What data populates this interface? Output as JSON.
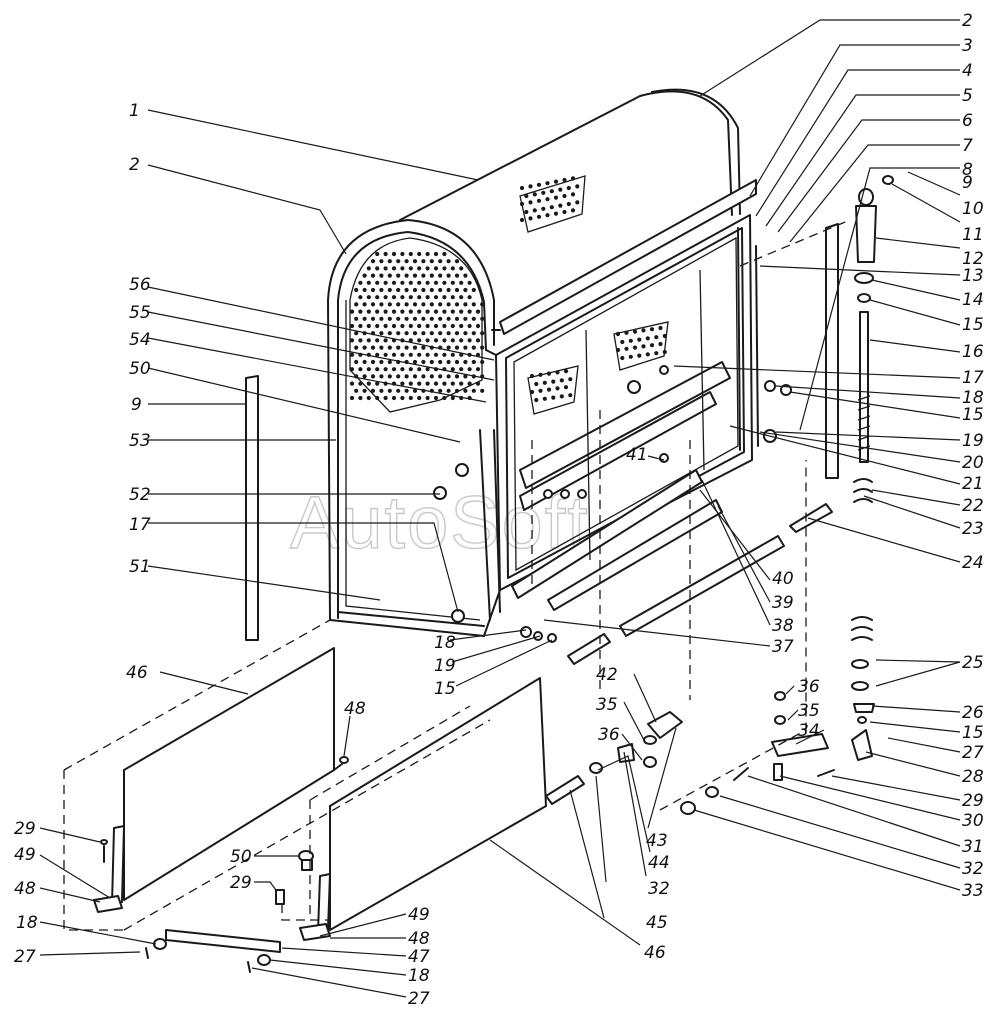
{
  "watermark": "AutoSoft",
  "callouts": [
    {
      "id": "c1",
      "text": "1"
    },
    {
      "id": "c2a",
      "text": "2"
    },
    {
      "id": "c2b",
      "text": "2"
    },
    {
      "id": "c3",
      "text": "3"
    },
    {
      "id": "c4",
      "text": "4"
    },
    {
      "id": "c5",
      "text": "5"
    },
    {
      "id": "c6",
      "text": "6"
    },
    {
      "id": "c7",
      "text": "7"
    },
    {
      "id": "c8",
      "text": "8"
    },
    {
      "id": "c9a",
      "text": "9"
    },
    {
      "id": "c9b",
      "text": "9"
    },
    {
      "id": "c10",
      "text": "10"
    },
    {
      "id": "c11",
      "text": "11"
    },
    {
      "id": "c12",
      "text": "12"
    },
    {
      "id": "c13",
      "text": "13"
    },
    {
      "id": "c14",
      "text": "14"
    },
    {
      "id": "c15a",
      "text": "15"
    },
    {
      "id": "c15b",
      "text": "15"
    },
    {
      "id": "c15c",
      "text": "15"
    },
    {
      "id": "c15d",
      "text": "15"
    },
    {
      "id": "c16",
      "text": "16"
    },
    {
      "id": "c17a",
      "text": "17"
    },
    {
      "id": "c17b",
      "text": "17"
    },
    {
      "id": "c18a",
      "text": "18"
    },
    {
      "id": "c18b",
      "text": "18"
    },
    {
      "id": "c18c",
      "text": "18"
    },
    {
      "id": "c18d",
      "text": "18"
    },
    {
      "id": "c19a",
      "text": "19"
    },
    {
      "id": "c19b",
      "text": "19"
    },
    {
      "id": "c20",
      "text": "20"
    },
    {
      "id": "c21",
      "text": "21"
    },
    {
      "id": "c22",
      "text": "22"
    },
    {
      "id": "c23",
      "text": "23"
    },
    {
      "id": "c24",
      "text": "24"
    },
    {
      "id": "c25",
      "text": "25"
    },
    {
      "id": "c26",
      "text": "26"
    },
    {
      "id": "c27a",
      "text": "27"
    },
    {
      "id": "c27b",
      "text": "27"
    },
    {
      "id": "c27c",
      "text": "27"
    },
    {
      "id": "c28",
      "text": "28"
    },
    {
      "id": "c29a",
      "text": "29"
    },
    {
      "id": "c29b",
      "text": "29"
    },
    {
      "id": "c29c",
      "text": "29"
    },
    {
      "id": "c30",
      "text": "30"
    },
    {
      "id": "c31",
      "text": "31"
    },
    {
      "id": "c32a",
      "text": "32"
    },
    {
      "id": "c32b",
      "text": "32"
    },
    {
      "id": "c33",
      "text": "33"
    },
    {
      "id": "c34",
      "text": "34"
    },
    {
      "id": "c35a",
      "text": "35"
    },
    {
      "id": "c35b",
      "text": "35"
    },
    {
      "id": "c36a",
      "text": "36"
    },
    {
      "id": "c36b",
      "text": "36"
    },
    {
      "id": "c37",
      "text": "37"
    },
    {
      "id": "c38",
      "text": "38"
    },
    {
      "id": "c39",
      "text": "39"
    },
    {
      "id": "c40",
      "text": "40"
    },
    {
      "id": "c41",
      "text": "41"
    },
    {
      "id": "c42",
      "text": "42"
    },
    {
      "id": "c43",
      "text": "43"
    },
    {
      "id": "c44",
      "text": "44"
    },
    {
      "id": "c45",
      "text": "45"
    },
    {
      "id": "c46a",
      "text": "46"
    },
    {
      "id": "c46b",
      "text": "46"
    },
    {
      "id": "c47",
      "text": "47"
    },
    {
      "id": "c48a",
      "text": "48"
    },
    {
      "id": "c48b",
      "text": "48"
    },
    {
      "id": "c48c",
      "text": "48"
    },
    {
      "id": "c49a",
      "text": "49"
    },
    {
      "id": "c49b",
      "text": "49"
    },
    {
      "id": "c50a",
      "text": "50"
    },
    {
      "id": "c50b",
      "text": "50"
    },
    {
      "id": "c51",
      "text": "51"
    },
    {
      "id": "c52",
      "text": "52"
    },
    {
      "id": "c53",
      "text": "53"
    },
    {
      "id": "c54",
      "text": "54"
    },
    {
      "id": "c55",
      "text": "55"
    },
    {
      "id": "c56",
      "text": "56"
    }
  ]
}
